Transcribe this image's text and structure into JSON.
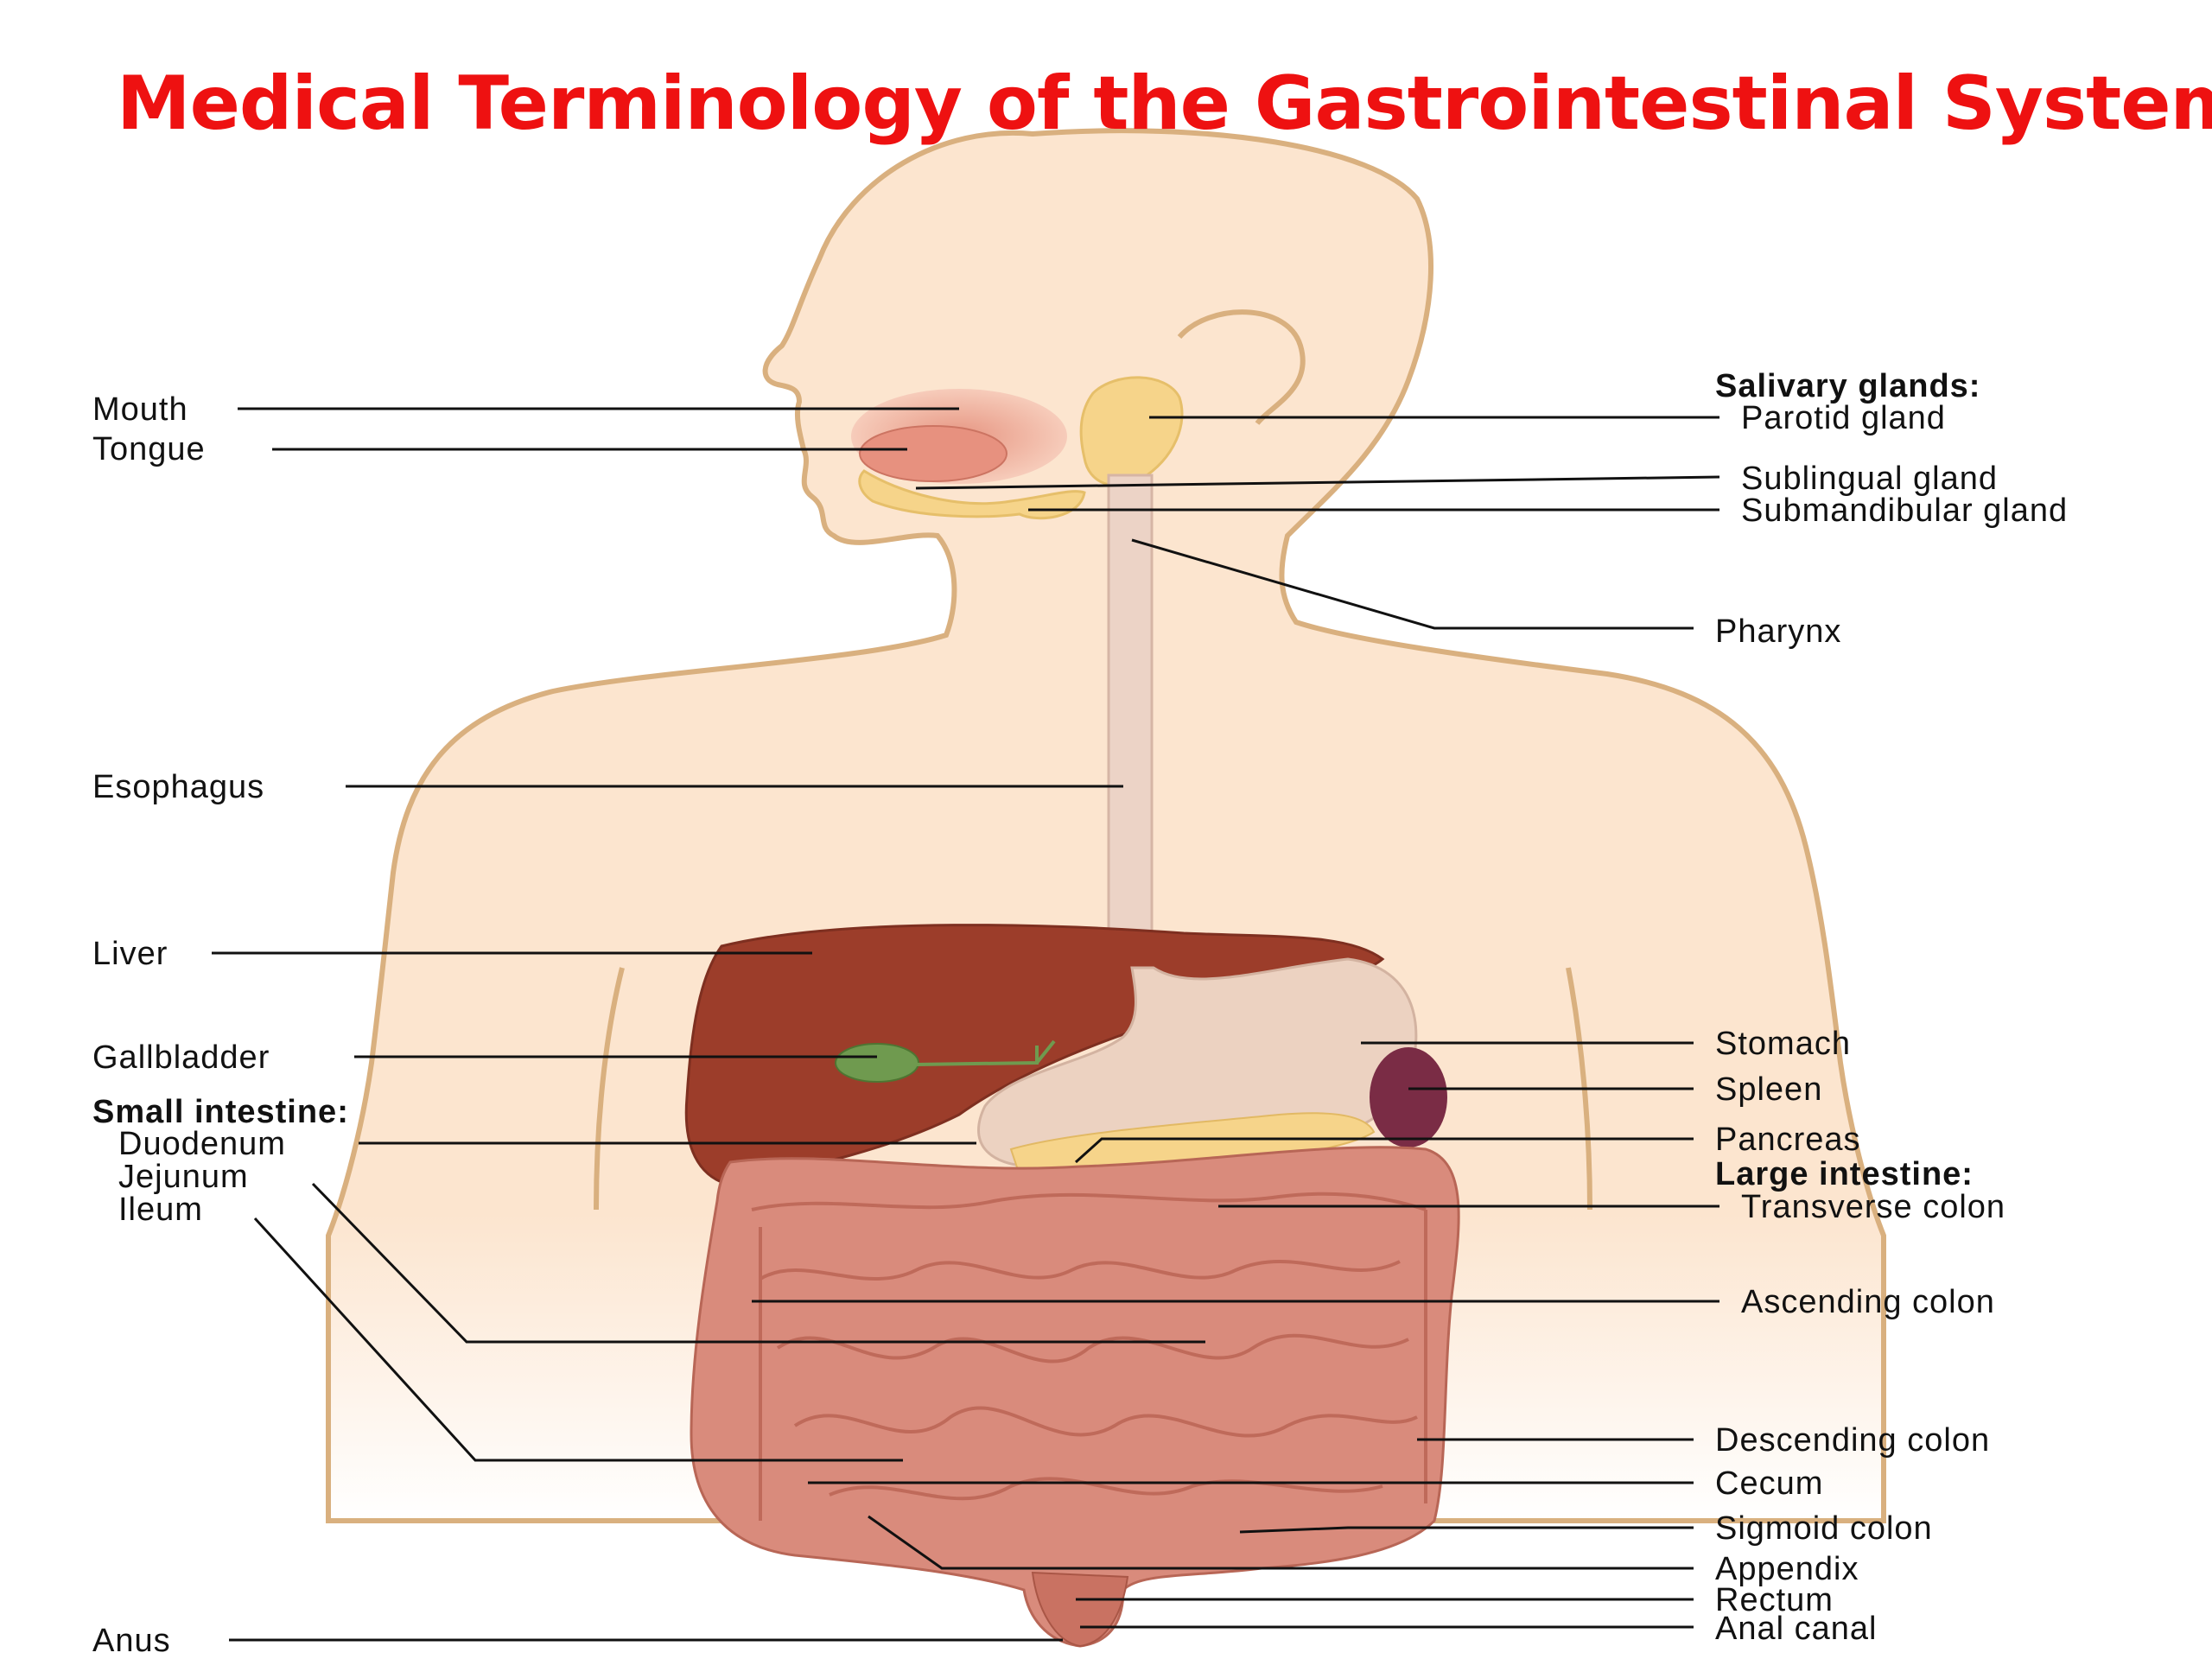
{
  "title": "Medical Terminology of the Gastrointestinal System",
  "colors": {
    "title": "#ee1111",
    "skin": "#fce5cf",
    "skin_outline": "#d9b07f",
    "liver": "#9c3d2a",
    "stomach": "#ecd2c1",
    "intestine": "#d77b6c",
    "spleen": "#7a2c45",
    "gallbladder": "#6f9a4f",
    "glands": "#f6d48a",
    "leader_lines": "#111111"
  },
  "labels": {
    "left": {
      "mouth": "Mouth",
      "tongue": "Tongue",
      "esophagus": "Esophagus",
      "liver": "Liver",
      "gallbladder": "Gallbladder",
      "small_intestine_heading": "Small intestine:",
      "duodenum": "Duodenum",
      "jejunum": "Jejunum",
      "ileum": "Ileum",
      "anus": "Anus"
    },
    "right": {
      "salivary_glands_heading": "Salivary glands:",
      "parotid_gland": "Parotid gland",
      "sublingual_gland": "Sublingual gland",
      "submandibular_gland": "Submandibular gland",
      "pharynx": "Pharynx",
      "stomach": "Stomach",
      "spleen": "Spleen",
      "pancreas": "Pancreas",
      "large_intestine_heading": "Large intestine:",
      "transverse_colon": "Transverse colon",
      "ascending_colon": "Ascending colon",
      "descending_colon": "Descending colon",
      "cecum": "Cecum",
      "sigmoid_colon": "Sigmoid colon",
      "appendix": "Appendix",
      "rectum": "Rectum",
      "anal_canal": "Anal canal"
    }
  }
}
